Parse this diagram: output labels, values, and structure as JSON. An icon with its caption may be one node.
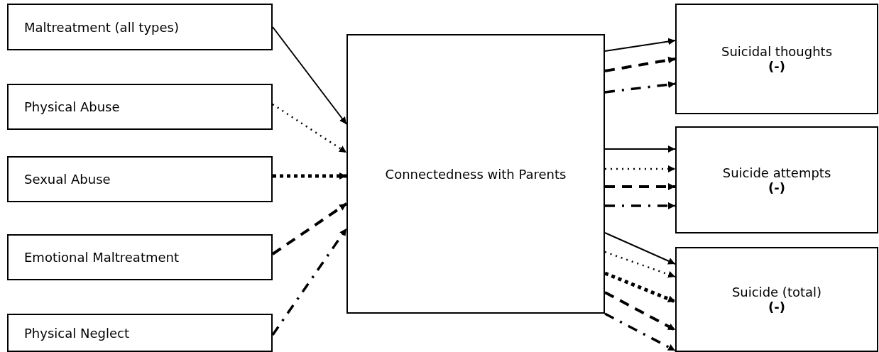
{
  "diagram": {
    "nodes": [
      {
        "text": [
          "Maltreatment (all types)"
        ]
      },
      {
        "text": [
          "Physical Abuse"
        ]
      },
      {
        "text": [
          "Sexual Abuse"
        ]
      },
      {
        "text": [
          "Emotional Maltreatment"
        ]
      },
      {
        "text": [
          "Physical Neglect"
        ]
      },
      {
        "text": [
          "Connectedness with Parents"
        ]
      },
      {
        "text": [
          "Suicidal thoughts",
          "(-)"
        ]
      },
      {
        "text": [
          "Suicide attempts",
          "(-)"
        ]
      },
      {
        "text": [
          "Suicide (total)",
          "(-)"
        ]
      }
    ],
    "edges": [
      {
        "from": 0,
        "to": 5,
        "arrow": "to"
      },
      {
        "from": 1,
        "to": 5,
        "arrow": "to",
        "style": "dashed"
      },
      {
        "from": 2,
        "to": 5,
        "arrow": "to",
        "style": "dashed"
      },
      {
        "from": 3,
        "to": 5,
        "arrow": "to",
        "style": "dashed"
      },
      {
        "from": 4,
        "to": 5,
        "arrow": "to",
        "style": "dashed"
      },
      {
        "from": 5,
        "to": 6,
        "arrow": "to"
      },
      {
        "from": 5,
        "to": 6,
        "arrow": "to",
        "style": "dashed"
      },
      {
        "from": 5,
        "to": 6,
        "arrow": "to",
        "style": "dashed"
      },
      {
        "from": 5,
        "to": 7,
        "arrow": "to"
      },
      {
        "from": 5,
        "to": 7,
        "arrow": "to",
        "style": "dashed"
      },
      {
        "from": 5,
        "to": 7,
        "arrow": "to",
        "style": "dashed"
      },
      {
        "from": 5,
        "to": 7,
        "arrow": "to",
        "style": "dashed"
      },
      {
        "from": 5,
        "to": 8,
        "arrow": "to"
      },
      {
        "from": 5,
        "to": 8,
        "arrow": "to",
        "style": "dashed"
      },
      {
        "from": 5,
        "to": 8,
        "arrow": "to",
        "style": "dashed"
      },
      {
        "from": 5,
        "to": 8,
        "arrow": "to",
        "style": "dashed"
      },
      {
        "from": 5,
        "to": 8,
        "arrow": "to",
        "style": "dashed"
      }
    ]
  }
}
